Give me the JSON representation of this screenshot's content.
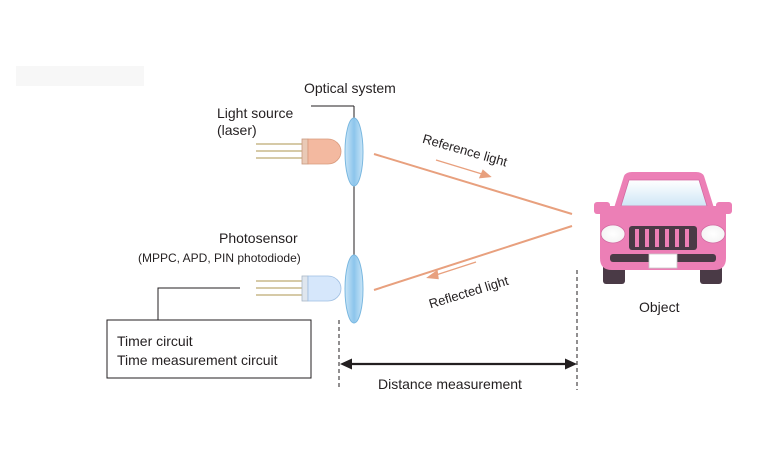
{
  "labels": {
    "optical_system": "Optical system",
    "light_source_line1": "Light source",
    "light_source_line2": "(laser)",
    "photosensor_line1": "Photosensor",
    "photosensor_line2": "(MPPC, APD, PIN photodiode)",
    "reference_light": "Reference light",
    "reflected_light": "Reflected light",
    "object": "Object",
    "timer_line1": "Timer circuit",
    "timer_line2": "Time measurement circuit",
    "distance": "Distance measurement"
  },
  "colors": {
    "beam": "#e8a07e",
    "lens_fill": "#a9d4f0",
    "lens_stroke": "#7ab8e0",
    "laser_head": "#f3b9a0",
    "sensor_head": "#d6e7fb",
    "car_body": "#ec7fb6",
    "car_dark": "#4a3a46",
    "line": "#231f20"
  }
}
